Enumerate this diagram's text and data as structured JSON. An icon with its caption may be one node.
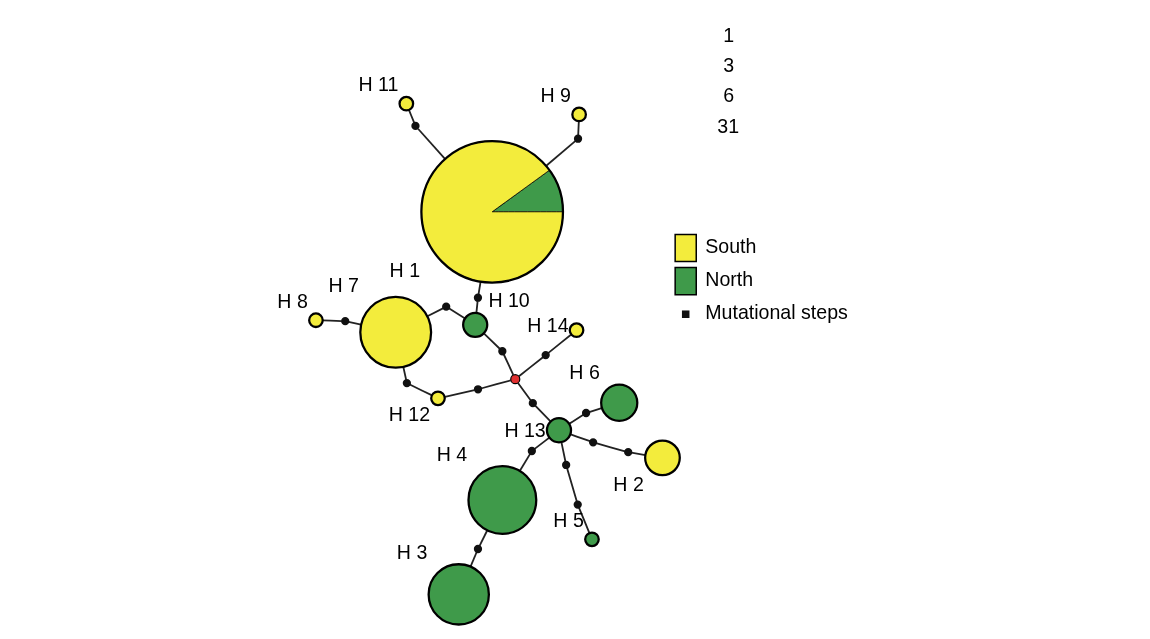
{
  "diagram": {
    "nodes": [
      {
        "text": [
          "H 8"
        ]
      },
      {
        "text": [
          "H 7"
        ]
      },
      {
        "text": [
          "H 5"
        ]
      },
      {
        "text": [
          "H 11"
        ]
      },
      {
        "text": [
          "H 2"
        ]
      },
      {
        "text": [
          "H 12"
        ]
      },
      {
        "text": [
          "H 1"
        ]
      },
      {
        "text": [
          "H 10"
        ]
      },
      {
        "text": [],
        "shape": "circle"
      },
      {
        "text": [
          "H 13"
        ]
      },
      {
        "text": [
          "H 4"
        ]
      },
      {
        "text": [
          "H 3"
        ]
      },
      {
        "text": [
          "H 6"
        ]
      },
      {
        "text": [
          "H 14"
        ]
      },
      {
        "text": [
          "H 9"
        ]
      },
      {
        "text": [],
        "shape": "circle"
      },
      {
        "text": [],
        "shape": "circle"
      },
      {
        "text": [],
        "shape": "circle"
      },
      {
        "text": [],
        "shape": "circle"
      },
      {
        "text": [],
        "shape": "circle"
      },
      {
        "text": [],
        "shape": "circle"
      },
      {
        "text": [],
        "shape": "circle"
      },
      {
        "text": [],
        "shape": "circle"
      },
      {
        "text": [],
        "shape": "circle"
      },
      {
        "text": [],
        "shape": "circle"
      },
      {
        "text": [],
        "shape": "circle"
      },
      {
        "text": [],
        "shape": "circle"
      },
      {
        "text": [],
        "shape": "circle"
      },
      {
        "text": [],
        "shape": "circle"
      },
      {
        "text": [],
        "shape": "circle"
      },
      {
        "text": [],
        "shape": "circle"
      },
      {
        "text": [],
        "shape": "circle"
      }
    ],
    "edges": [
      {
        "from": 0,
        "to": 15,
        "arrow": "none"
      },
      {
        "from": 15,
        "to": 1,
        "arrow": "none"
      },
      {
        "from": 3,
        "to": 16,
        "arrow": "none"
      },
      {
        "from": 16,
        "to": 6,
        "arrow": "none"
      },
      {
        "from": 1,
        "to": 17,
        "arrow": "none"
      },
      {
        "from": 17,
        "to": 5,
        "arrow": "none"
      },
      {
        "from": 1,
        "to": 18,
        "arrow": "none"
      },
      {
        "from": 18,
        "to": 7,
        "arrow": "none"
      },
      {
        "from": 2,
        "to": 19,
        "arrow": "none"
      },
      {
        "from": 19,
        "to": 20,
        "arrow": "none"
      },
      {
        "from": 20,
        "to": 9,
        "arrow": "none"
      },
      {
        "from": 4,
        "to": 21,
        "arrow": "none"
      },
      {
        "from": 21,
        "to": 22,
        "arrow": "none"
      },
      {
        "from": 22,
        "to": 9,
        "arrow": "none"
      },
      {
        "from": 5,
        "to": 23,
        "arrow": "none"
      },
      {
        "from": 23,
        "to": 8,
        "arrow": "none"
      },
      {
        "from": 6,
        "to": 24,
        "arrow": "none"
      },
      {
        "from": 24,
        "to": 7,
        "arrow": "none"
      },
      {
        "from": 7,
        "to": 25,
        "arrow": "none"
      },
      {
        "from": 25,
        "to": 8,
        "arrow": "none"
      },
      {
        "from": 8,
        "to": 26,
        "arrow": "none"
      },
      {
        "from": 26,
        "to": 9,
        "arrow": "none"
      },
      {
        "from": 9,
        "to": 27,
        "arrow": "none"
      },
      {
        "from": 27,
        "to": 10,
        "arrow": "none"
      },
      {
        "from": 10,
        "to": 28,
        "arrow": "none"
      },
      {
        "from": 28,
        "to": 11,
        "arrow": "none"
      },
      {
        "from": 9,
        "to": 29,
        "arrow": "none"
      },
      {
        "from": 29,
        "to": 12,
        "arrow": "none"
      },
      {
        "from": 8,
        "to": 30,
        "arrow": "none"
      },
      {
        "from": 30,
        "to": 13,
        "arrow": "none"
      },
      {
        "from": 6,
        "to": 31,
        "arrow": "none"
      },
      {
        "from": 31,
        "to": 14,
        "arrow": "none"
      }
    ],
    "labels": [
      "1",
      "3",
      "6",
      "31"
    ],
    "legend": [
      {
        "text": "South",
        "color": "#f3ec3c"
      },
      {
        "text": "North",
        "color": "#3f9a4a"
      },
      {
        "text": "Mutational steps"
      }
    ]
  }
}
